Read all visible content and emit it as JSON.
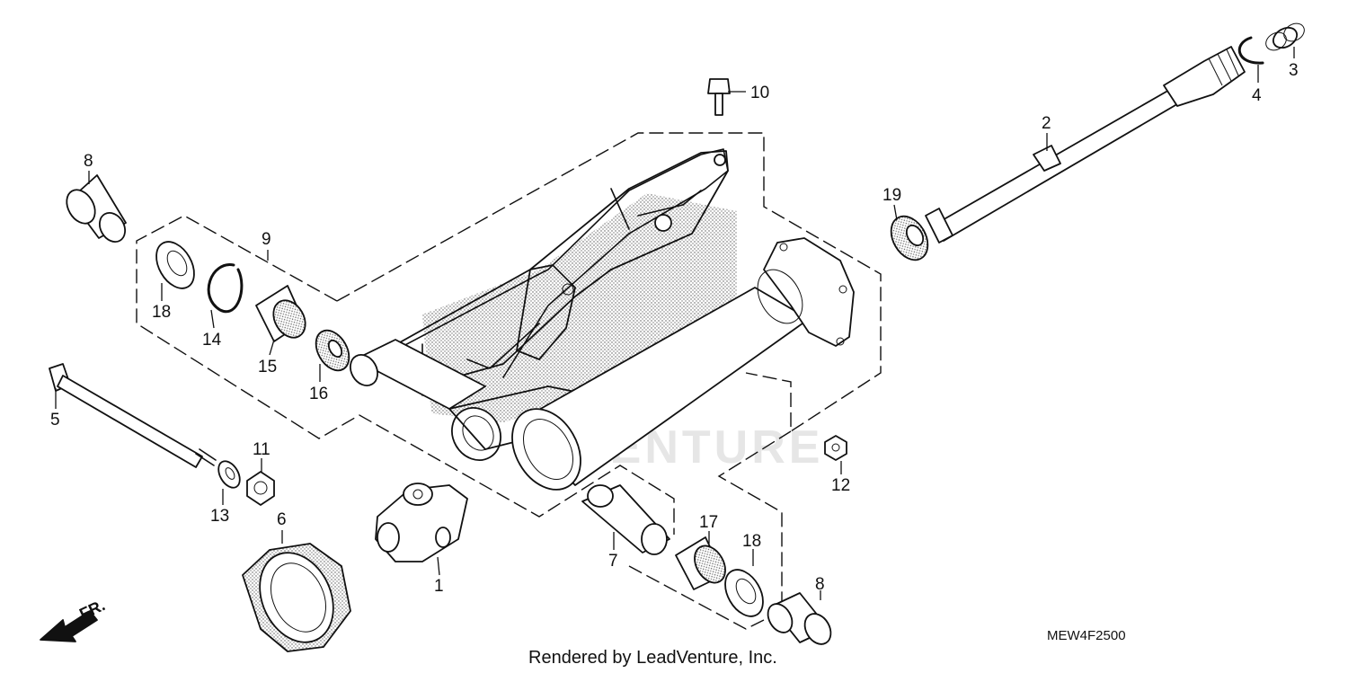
{
  "watermark": "VENTURE",
  "footer": "Rendered by LeadVenture, Inc.",
  "diagram_code": "MEW4F2500",
  "direction_label": "FR.",
  "callouts": [
    "1",
    "2",
    "3",
    "4",
    "5",
    "6",
    "7",
    "8",
    "8",
    "9",
    "10",
    "11",
    "12",
    "13",
    "14",
    "15",
    "16",
    "17",
    "18",
    "18",
    "19"
  ]
}
